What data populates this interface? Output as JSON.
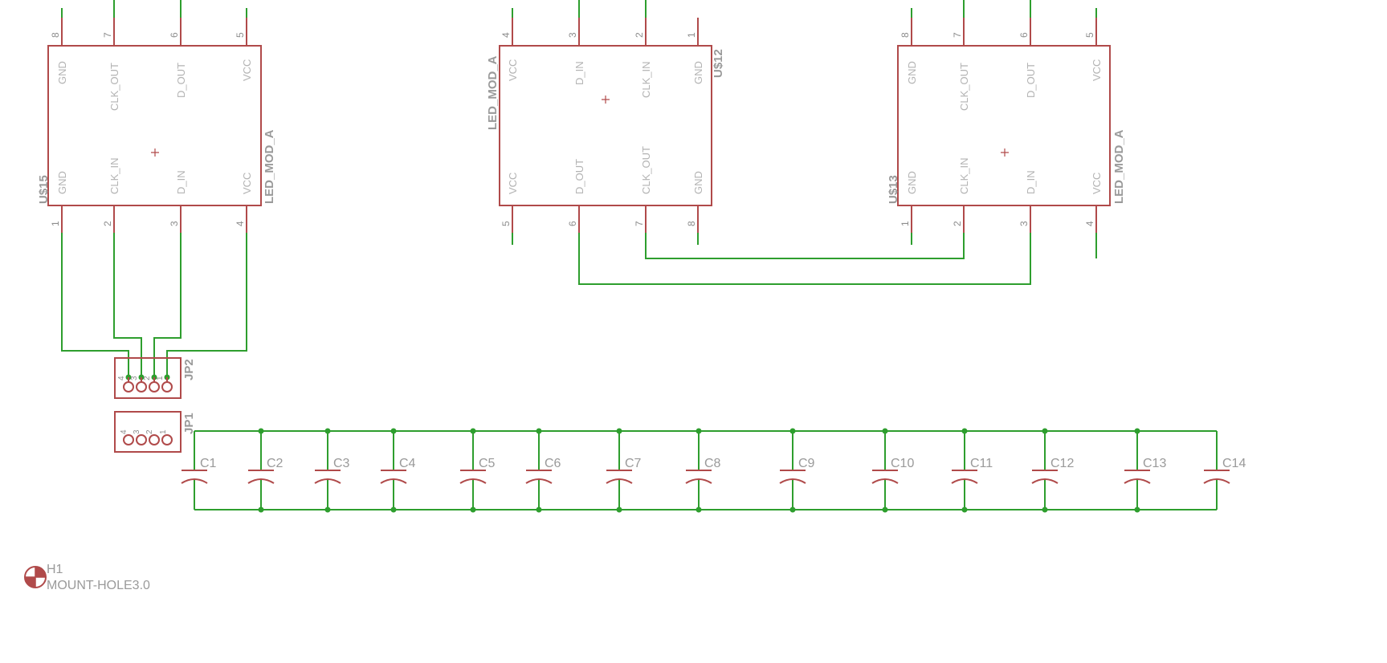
{
  "colors": {
    "symbol": "#b04a4a",
    "wire": "#2e9e2e",
    "junction": "#2e9e2e",
    "text": "#9a9a9a"
  },
  "modules": {
    "u15": {
      "name": "U$15",
      "value": "LED_MOD_A",
      "top_pins": [
        {
          "num": "8",
          "label": "GND"
        },
        {
          "num": "7",
          "label": "CLK_OUT"
        },
        {
          "num": "6",
          "label": "D_OUT"
        },
        {
          "num": "5",
          "label": "VCC"
        }
      ],
      "bottom_pins": [
        {
          "num": "1",
          "label": "GND"
        },
        {
          "num": "2",
          "label": "CLK_IN"
        },
        {
          "num": "3",
          "label": "D_IN"
        },
        {
          "num": "4",
          "label": "VCC"
        }
      ]
    },
    "u12": {
      "name": "U$12",
      "value": "LED_MOD_A",
      "top_pins": [
        {
          "num": "4",
          "label": "VCC"
        },
        {
          "num": "3",
          "label": "D_IN"
        },
        {
          "num": "2",
          "label": "CLK_IN"
        },
        {
          "num": "1",
          "label": "GND"
        }
      ],
      "bottom_pins": [
        {
          "num": "5",
          "label": "VCC"
        },
        {
          "num": "6",
          "label": "D_OUT"
        },
        {
          "num": "7",
          "label": "CLK_OUT"
        },
        {
          "num": "8",
          "label": "GND"
        }
      ]
    },
    "u13": {
      "name": "U$13",
      "value": "LED_MOD_A",
      "top_pins": [
        {
          "num": "8",
          "label": "GND"
        },
        {
          "num": "7",
          "label": "CLK_OUT"
        },
        {
          "num": "6",
          "label": "D_OUT"
        },
        {
          "num": "5",
          "label": "VCC"
        }
      ],
      "bottom_pins": [
        {
          "num": "1",
          "label": "GND"
        },
        {
          "num": "2",
          "label": "CLK_IN"
        },
        {
          "num": "3",
          "label": "D_IN"
        },
        {
          "num": "4",
          "label": "VCC"
        }
      ]
    }
  },
  "headers": {
    "jp2": {
      "name": "JP2",
      "pins": [
        "4",
        "3",
        "2",
        "1"
      ]
    },
    "jp1": {
      "name": "JP1",
      "pins": [
        "4",
        "3",
        "2",
        "1"
      ]
    }
  },
  "capacitors": [
    "C1",
    "C2",
    "C3",
    "C4",
    "C5",
    "C6",
    "C7",
    "C8",
    "C9",
    "C10",
    "C11",
    "C12",
    "C13",
    "C14"
  ],
  "mount_hole": {
    "name": "H1",
    "value": "MOUNT-HOLE3.0"
  }
}
